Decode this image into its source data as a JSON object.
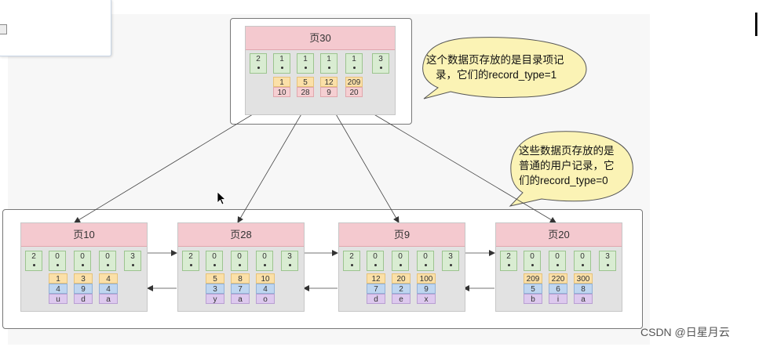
{
  "top_page": {
    "title": "页30",
    "records": [
      "2",
      "1",
      "1",
      "1",
      "1",
      "3"
    ],
    "entries": [
      {
        "key": "1",
        "page": "10"
      },
      {
        "key": "5",
        "page": "28"
      },
      {
        "key": "12",
        "page": "9"
      },
      {
        "key": "209",
        "page": "20"
      }
    ]
  },
  "leaf_pages": [
    {
      "title": "页10",
      "records": [
        "2",
        "0",
        "0",
        "0",
        "3"
      ],
      "rows": [
        [
          "1",
          "3",
          "4"
        ],
        [
          "4",
          "9",
          "4"
        ],
        [
          "u",
          "d",
          "a"
        ]
      ]
    },
    {
      "title": "页28",
      "records": [
        "2",
        "0",
        "0",
        "0",
        "3"
      ],
      "rows": [
        [
          "5",
          "8",
          "10"
        ],
        [
          "3",
          "7",
          "4"
        ],
        [
          "y",
          "a",
          "o"
        ]
      ]
    },
    {
      "title": "页9",
      "records": [
        "2",
        "0",
        "0",
        "0",
        "3"
      ],
      "rows": [
        [
          "12",
          "20",
          "100"
        ],
        [
          "7",
          "2",
          "9"
        ],
        [
          "d",
          "e",
          "x"
        ]
      ]
    },
    {
      "title": "页20",
      "records": [
        "2",
        "0",
        "0",
        "0",
        "3"
      ],
      "rows": [
        [
          "209",
          "220",
          "300"
        ],
        [
          "5",
          "6",
          "8"
        ],
        [
          "b",
          "i",
          "a"
        ]
      ]
    }
  ],
  "callouts": {
    "directory": {
      "line1": "这个数据页存放的是目录项记",
      "line2": "录，它们的record_type=1"
    },
    "user": {
      "line1": "这些数据页存放的是",
      "line2": "普通的用户记录，它",
      "line3": "们的record_type=0"
    }
  },
  "watermark": "CSDN @日星月云",
  "colors": {
    "page_header": "#f4c9cf",
    "record": "#d9ecd2",
    "key": "#fbe0a8",
    "page_no": "#f5cfd2",
    "col2": "#bfd6f0",
    "col3": "#ddc9ee",
    "callout": "#fbf3b5"
  }
}
